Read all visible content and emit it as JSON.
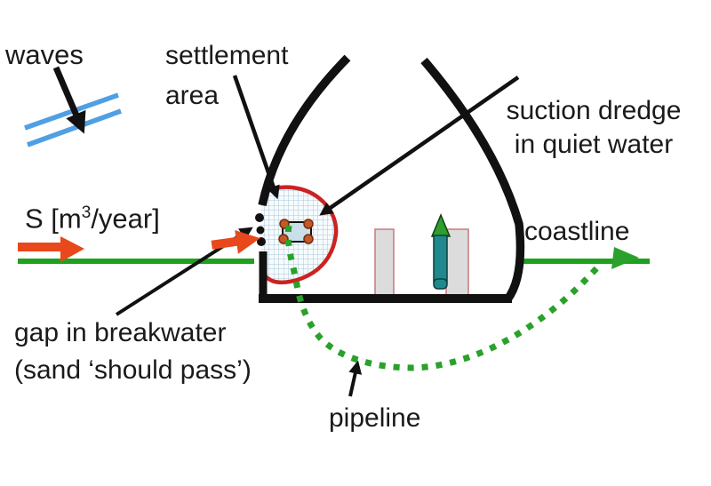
{
  "diagram": {
    "title_context": "harbor sedimentation sketch",
    "labels": {
      "waves": "waves",
      "settlement_line1": "settlement",
      "settlement_line2": "area",
      "suction_line1": "suction dredge",
      "suction_line2": "in quiet water",
      "s_rate_pre": "S [m",
      "s_rate_sup": "3",
      "s_rate_post": "/year]",
      "coastline": "coastline",
      "gap_line1": "gap in breakwater",
      "gap_line2": "(sand ‘should pass’)",
      "pipeline": "pipeline"
    },
    "colors": {
      "coastline_green": "#1FA11F",
      "pipeline_green": "#2AA12A",
      "sediment_arrow_orange": "#E8481C",
      "wave_crest_blue": "#4F9FE4",
      "settlement_outline_red": "#CC2222",
      "dredge_hull_teal": "#20898D",
      "dredge_cone_green": "#2E9E2E",
      "pier_border_pink": "#C87A7A",
      "pier_fill_gray": "#DCDCDC",
      "hatch_grid_blue": "#A9C7D7",
      "plan_box_fill": "#C9DFE9",
      "mooring_circle_orange": "#C05A28",
      "ink": "#111111"
    }
  }
}
